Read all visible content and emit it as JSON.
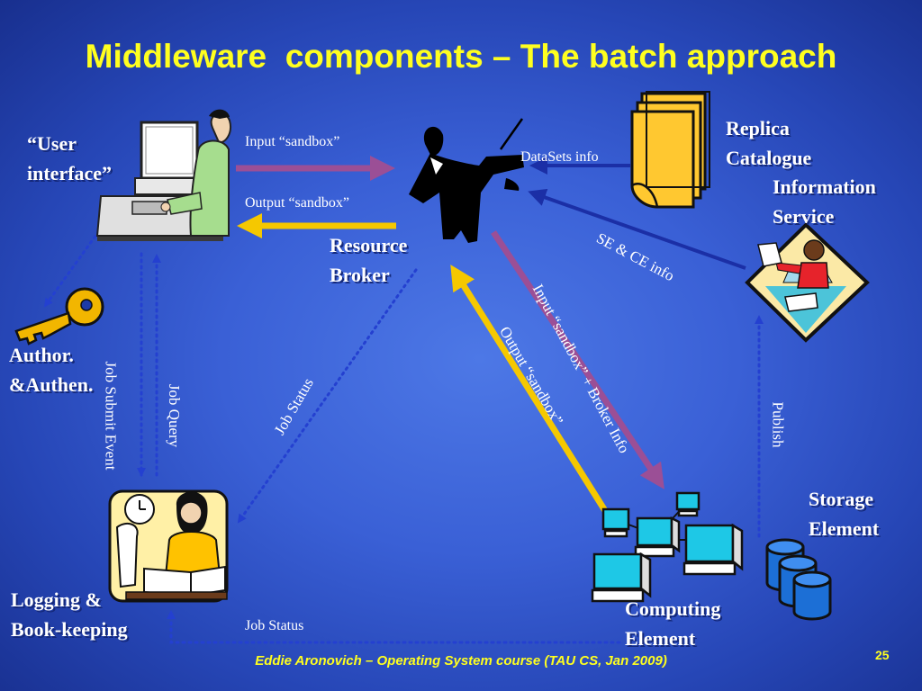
{
  "slide": {
    "title": "Middleware  components – The batch approach",
    "footer": "Eddie Aronovich – Operating System course (TAU CS, Jan 2009)",
    "page_number": "25"
  },
  "nodes": {
    "user_interface": [
      "“User",
      "interface”"
    ],
    "resource_broker": [
      "Resource",
      "Broker"
    ],
    "replica_catalogue": [
      "Replica",
      "Catalogue"
    ],
    "information_service": [
      "Information",
      "Service"
    ],
    "author": [
      "Author.",
      "&Authen."
    ],
    "storage_element": [
      "Storage",
      "Element"
    ],
    "logging": [
      "Logging &",
      "Book-keeping"
    ],
    "computing_element": [
      "Computing",
      "Element"
    ]
  },
  "edges": {
    "input_sandbox": "Input “sandbox”",
    "output_sandbox": "Output “sandbox”",
    "datasets_info": "DataSets info",
    "se_ce_info": "SE & CE info",
    "input_sandbox_broker": "Input “sandbox” + Broker Info",
    "output_sandbox_ce": "Output “sandbox”",
    "job_status_diag": "Job Status",
    "job_submit_event": "Job Submit Event",
    "job_query": "Job Query",
    "publish": "Publish",
    "job_status_bottom": "Job Status"
  },
  "colors": {
    "title": "#ffff1f",
    "input_arrow": "#9b4f96",
    "output_arrow": "#f5c800",
    "info_arrow": "#1b2fa6",
    "dotted_arrow": "#2440d0"
  },
  "icons": [
    "computer-user-icon",
    "conductor-icon",
    "documents-icon",
    "office-worker-diamond-icon",
    "key-icon",
    "bookkeeper-icon",
    "computer-network-icon",
    "database-cylinders-icon"
  ]
}
